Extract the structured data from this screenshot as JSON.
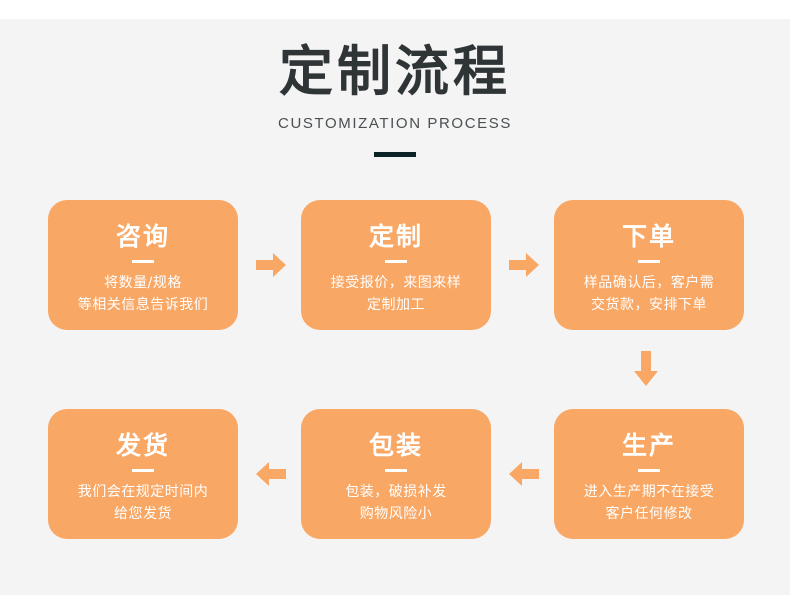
{
  "page": {
    "background": "#f4f4f4",
    "accent": "#f9a765",
    "rule_color": "#0b2327"
  },
  "header": {
    "title": "定制流程",
    "subtitle": "CUSTOMIZATION PROCESS"
  },
  "flow": {
    "steps": [
      {
        "id": "consult",
        "title": "咨询",
        "lines": [
          "将数量/规格",
          "等相关信息告诉我们"
        ]
      },
      {
        "id": "customize",
        "title": "定制",
        "lines": [
          "接受报价，来图来样",
          "定制加工"
        ]
      },
      {
        "id": "order",
        "title": "下单",
        "lines": [
          "样品确认后，客户需",
          "交货款，安排下单"
        ]
      },
      {
        "id": "production",
        "title": "生产",
        "lines": [
          "进入生产期不在接受",
          "客户任何修改"
        ]
      },
      {
        "id": "packaging",
        "title": "包装",
        "lines": [
          "包装，破损补发",
          "购物风险小"
        ]
      },
      {
        "id": "shipping",
        "title": "发货",
        "lines": [
          "我们会在规定时间内",
          "给您发货"
        ]
      }
    ],
    "arrows": [
      {
        "id": "arrow-consult-to-customize",
        "direction": "right"
      },
      {
        "id": "arrow-customize-to-order",
        "direction": "right"
      },
      {
        "id": "arrow-order-to-production",
        "direction": "down"
      },
      {
        "id": "arrow-production-to-packaging",
        "direction": "left"
      },
      {
        "id": "arrow-packaging-to-shipping",
        "direction": "left"
      }
    ]
  }
}
